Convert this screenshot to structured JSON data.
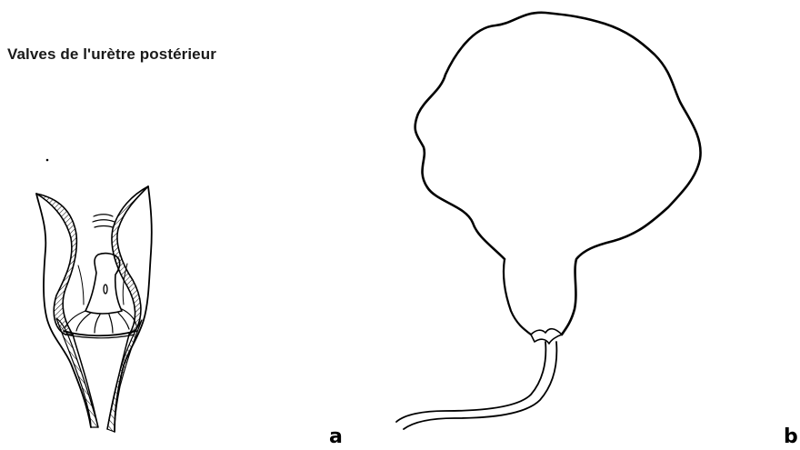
{
  "figure": {
    "title": "Valves de l'urètre postérieur",
    "panel_a_label": "a",
    "panel_b_label": "b"
  },
  "colors": {
    "ink": "#000000",
    "background": "#ffffff"
  }
}
